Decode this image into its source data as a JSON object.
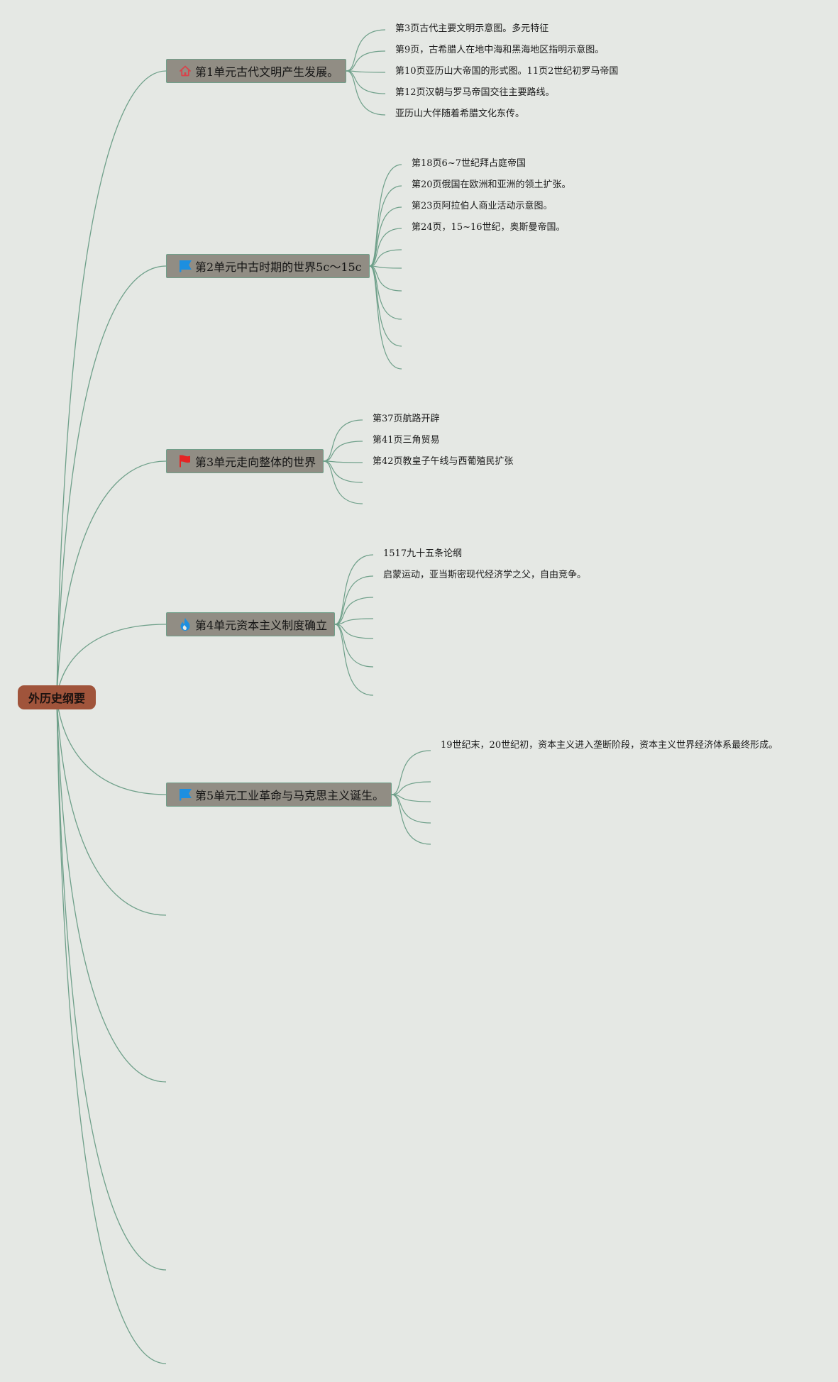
{
  "root": {
    "label": "外历史纲要"
  },
  "branches": [
    {
      "label": "第1单元古代文明产生发展。",
      "icon": "home-icon",
      "icon_color": "#d9434b",
      "leaves": [
        "第3页古代主要文明示意图。多元特征",
        "第9页，古希腊人在地中海和黑海地区指明示意图。",
        "第10页亚历山大帝国的形式图。11页2世纪初罗马帝国",
        "第12页汉朝与罗马帝国交往主要路线。",
        "亚历山大伴随着希腊文化东传。"
      ]
    },
    {
      "label": "第2单元中古时期的世界5c～15c",
      "icon": "blue-flag-icon",
      "icon_color": "#1d8fe0",
      "leaves": [
        "第18页6~7世纪拜占庭帝国",
        "第20页俄国在欧洲和亚洲的领土扩张。",
        "第23页阿拉伯人商业活动示意图。",
        "第24页，15~16世纪，奥斯曼帝国。"
      ]
    },
    {
      "label": "第3单元走向整体的世界",
      "icon": "red-flag-icon",
      "icon_color": "#e52424",
      "leaves": [
        "第37页航路开辟",
        "第41页三角贸易",
        "第42页教皇子午线与西葡殖民扩张"
      ]
    },
    {
      "label": "第4单元资本主义制度确立",
      "icon": "flame-icon",
      "icon_color": "#1d8fe0",
      "leaves": [
        "1517九十五条论纲",
        "启蒙运动，亚当斯密现代经济学之父，自由竞争。"
      ]
    },
    {
      "label": "第5单元工业革命与马克思主义诞生。",
      "icon": "blue-flag-icon",
      "icon_color": "#1d8fe0",
      "leaves": [
        "19世纪末，20世纪初，资本主义进入垄断阶段，资本主义世界经济体系最终形成。"
      ]
    }
  ],
  "colors": {
    "background": "#e5e8e4",
    "root_fill": "#a0543b",
    "topic_fill": "#918d84",
    "topic_border": "#6fa08a",
    "connector": "#6fa08a"
  }
}
